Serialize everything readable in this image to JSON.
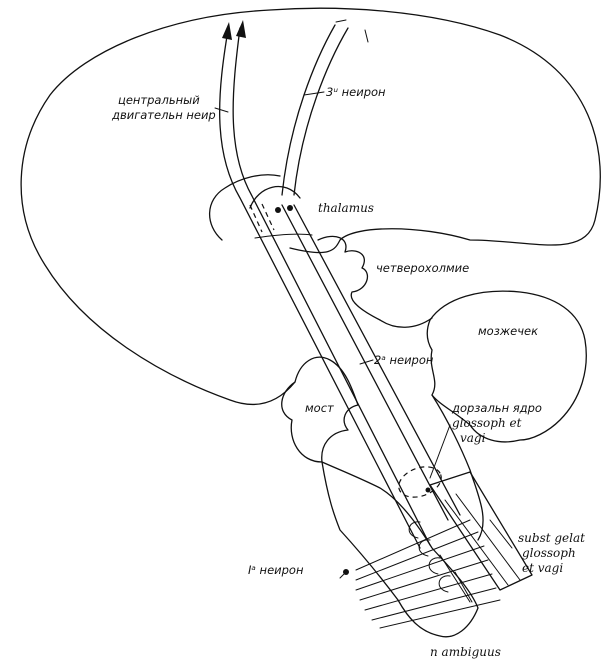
{
  "labels": {
    "central_motor_neuron_line1": "центральный",
    "central_motor_neuron_line2": "двигательн неир",
    "third_neuron": "3ᵘ неирон",
    "thalamus": "thalamus",
    "quadrigemina": "четверохолмие",
    "cerebellum": "мозжечек",
    "second_neuron": "2ᵃ неирон",
    "pons": "мост",
    "dorsal_nucleus_line1": "дорзальн ядро",
    "dorsal_nucleus_line2": "glossoph et",
    "dorsal_nucleus_line3": "vagi",
    "subst_gelat_line1": "subst gelat",
    "subst_gelat_line2": "glossoph",
    "subst_gelat_line3": "et vagi",
    "first_neuron": "Iᵃ неирон",
    "n_ambiguus": "n ambiguus"
  },
  "colors": {
    "ink": "#111111",
    "background": "#ffffff"
  }
}
